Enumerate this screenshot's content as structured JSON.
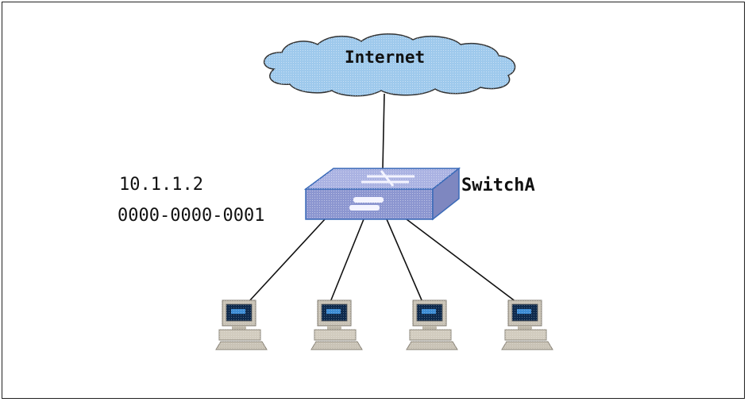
{
  "diagram": {
    "cloud": {
      "label": "Internet",
      "color": "#9ec9ec"
    },
    "switch": {
      "name": "SwitchA",
      "ip": "10.1.1.2",
      "mac": "0000-0000-0001",
      "color": "#8c96d0"
    },
    "hosts": [
      {
        "id": "host-1"
      },
      {
        "id": "host-2"
      },
      {
        "id": "host-3"
      },
      {
        "id": "host-4"
      }
    ]
  }
}
